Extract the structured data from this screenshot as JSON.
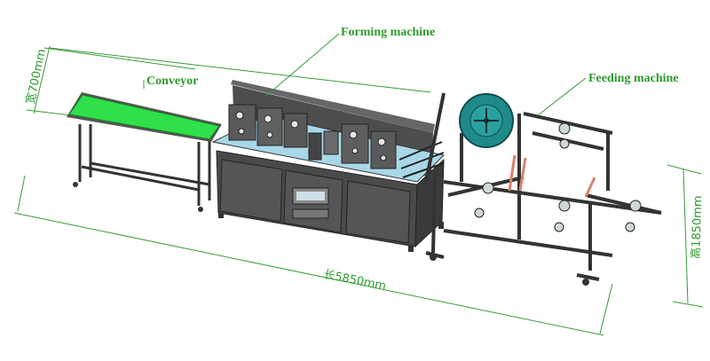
{
  "labels": {
    "forming_machine": "Forming machine",
    "conveyor": "Conveyor",
    "feeding_machine": "Feeding machine"
  },
  "dimensions": {
    "width": "宽700mm",
    "height": "高1850mm",
    "length": "长5850mm"
  },
  "colors": {
    "dimension_line": "#3a9a3a",
    "conveyor_belt": "#2fe04a",
    "frame": "#333333",
    "cabinet": "#4a4a4a",
    "table": "#a8d8e8",
    "reel": "#1f8a8a",
    "rod": "#d9826b"
  }
}
